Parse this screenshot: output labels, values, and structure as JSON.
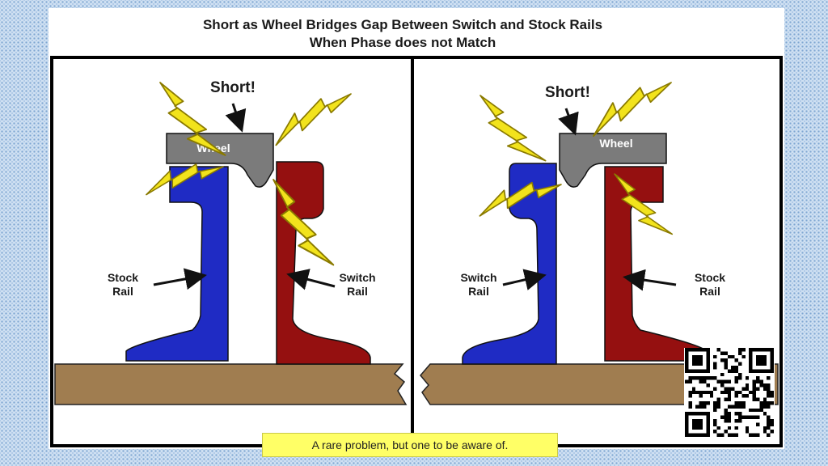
{
  "diagram": {
    "title_line1": "Short as Wheel Bridges Gap Between Switch and Stock Rails",
    "title_line2": "When Phase does not Match",
    "left_panel": {
      "short_label": "Short!",
      "wheel_label": "Wheel",
      "left_rail_label": [
        "Stock",
        "Rail"
      ],
      "right_rail_label": [
        "Switch",
        "Rail"
      ]
    },
    "right_panel": {
      "short_label": "Short!",
      "wheel_label": "Wheel",
      "left_rail_label": [
        "Switch",
        "Rail"
      ],
      "right_rail_label": [
        "Stock",
        "Rail"
      ]
    }
  },
  "caption": "A rare problem, but one to be aware of.",
  "colors": {
    "blue_rail": "#1f2bc4",
    "red_rail": "#951010",
    "wheel": "#7b7b7b",
    "tie": "#a07d50",
    "bolt": "#f2e31c",
    "caption_bg": "#ffff66"
  }
}
